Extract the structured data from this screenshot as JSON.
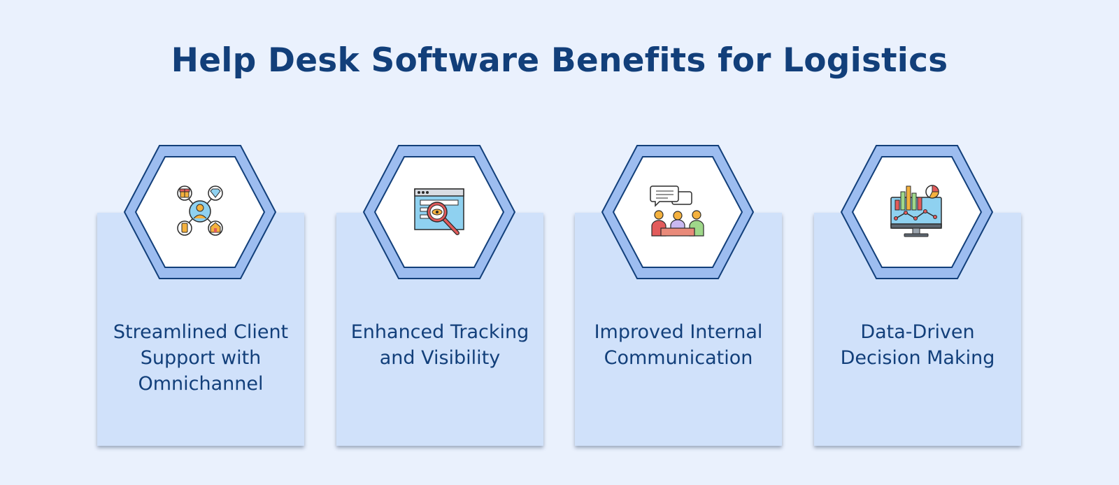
{
  "title": "Help Desk Software Benefits for Logistics",
  "benefits": [
    {
      "label": "Streamlined Client Support with Omnichannel",
      "icon": "omnichannel-network-icon"
    },
    {
      "label": "Enhanced Tracking and Visibility",
      "icon": "tracking-magnifier-icon"
    },
    {
      "label": "Improved Internal Communication",
      "icon": "team-communication-icon"
    },
    {
      "label": "Data-Driven Decision Making",
      "icon": "analytics-dashboard-icon"
    }
  ],
  "colors": {
    "background": "#eaf1fd",
    "card": "#d0e1fa",
    "hex_outer": "#9dbdf0",
    "hex_stroke": "#123f7a",
    "text": "#123f7a"
  }
}
